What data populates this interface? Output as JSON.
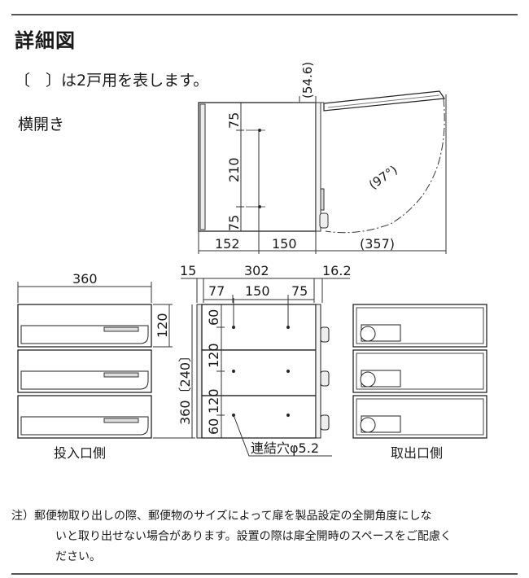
{
  "heading": "詳細図",
  "legend_text": "〔　〕は2戸用を表します。",
  "swing_type": "横開き",
  "dims_top": {
    "d54_6": "(54.6)",
    "d75a": "75",
    "d210": "210",
    "d75b": "75",
    "d152": "152",
    "d150": "150",
    "d357": "(357)",
    "angle": "(97°)"
  },
  "dims_front": {
    "width360": "360",
    "h120": "120",
    "h360": "360〔240〕"
  },
  "dims_side": {
    "d15": "15",
    "d302": "302",
    "d16_2": "16.2",
    "d77": "77",
    "d150": "150",
    "d75": "75",
    "v60a": "60",
    "v120a": "120",
    "v120b": "120",
    "v60b": "60"
  },
  "label_insert_side": "投入口側",
  "label_hole": "連結穴φ5.2",
  "label_takeout_side": "取出口側",
  "note_lines": [
    "注）郵便物取り出しの際、郵便物のサイズによって扉を製品設定の全開角度にしな",
    "いと取り出せない場合があります。設置の際は扉全開時のスペースをご配慮く",
    "ださい。"
  ]
}
